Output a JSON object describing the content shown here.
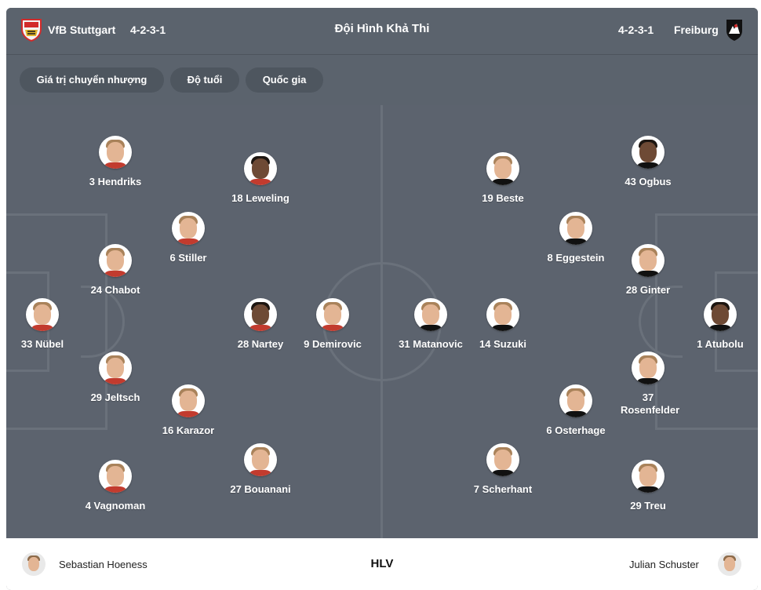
{
  "header": {
    "home_team": "VfB Stuttgart",
    "home_formation": "4-2-3-1",
    "title": "Đội Hình Khả Thi",
    "away_formation": "4-2-3-1",
    "away_team": "Freiburg",
    "home_crest_icon": "vfb-stuttgart-crest-icon",
    "away_crest_icon": "freiburg-crest-icon"
  },
  "filters": [
    "Giá trị chuyển nhượng",
    "Độ tuổi",
    "Quốc gia"
  ],
  "home_players": [
    {
      "label": "3 Hendriks"
    },
    {
      "label": "18 Leweling"
    },
    {
      "label": "6 Stiller"
    },
    {
      "label": "24 Chabot"
    },
    {
      "label": "33 Nübel"
    },
    {
      "label": "28 Nartey"
    },
    {
      "label": "9 Demirovic"
    },
    {
      "label": "29 Jeltsch"
    },
    {
      "label": "16 Karazor"
    },
    {
      "label": "4 Vagnoman"
    },
    {
      "label": "27 Bouanani"
    }
  ],
  "away_players": [
    {
      "label": "19 Beste"
    },
    {
      "label": "43 Ogbus"
    },
    {
      "label": "8 Eggestein"
    },
    {
      "label": "28 Ginter"
    },
    {
      "label": "31 Matanovic"
    },
    {
      "label": "14 Suzuki"
    },
    {
      "label": "1 Atubolu"
    },
    {
      "label": "37 Rosenfelder"
    },
    {
      "label": "6 Osterhage"
    },
    {
      "label": "7 Scherhant"
    },
    {
      "label": "29 Treu"
    }
  ],
  "coaches": {
    "home": "Sebastian Hoeness",
    "label": "HLV",
    "away": "Julian Schuster"
  },
  "colors": {
    "pitch": "#5c636e",
    "pitch_lines": "#6a717b",
    "chip": "#4e565f",
    "stuttgart_shirt": "#c23b2e",
    "freiburg_shirt": "#111111"
  }
}
